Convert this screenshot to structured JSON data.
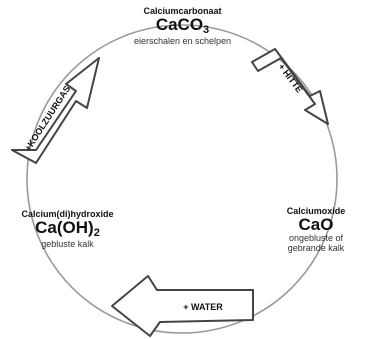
{
  "nodes": {
    "top": {
      "name": "Calciumcarbonaat",
      "formula_main": "CaCO",
      "formula_sub": "3",
      "desc": "eierschalen en schelpen"
    },
    "right": {
      "name": "Calciumoxide",
      "formula_main": "CaO",
      "desc_line1": "ongebluste of",
      "desc_line2": "gebrande kalk"
    },
    "left": {
      "name": "Calcium(di)hydroxide",
      "formula_main": "Ca(OH)",
      "formula_sub": "2",
      "desc": "gebluste kalk"
    }
  },
  "arrows": {
    "heat": "+ HITTE",
    "water": "+ WATER",
    "co2": "+KOOLZUURGAS"
  }
}
